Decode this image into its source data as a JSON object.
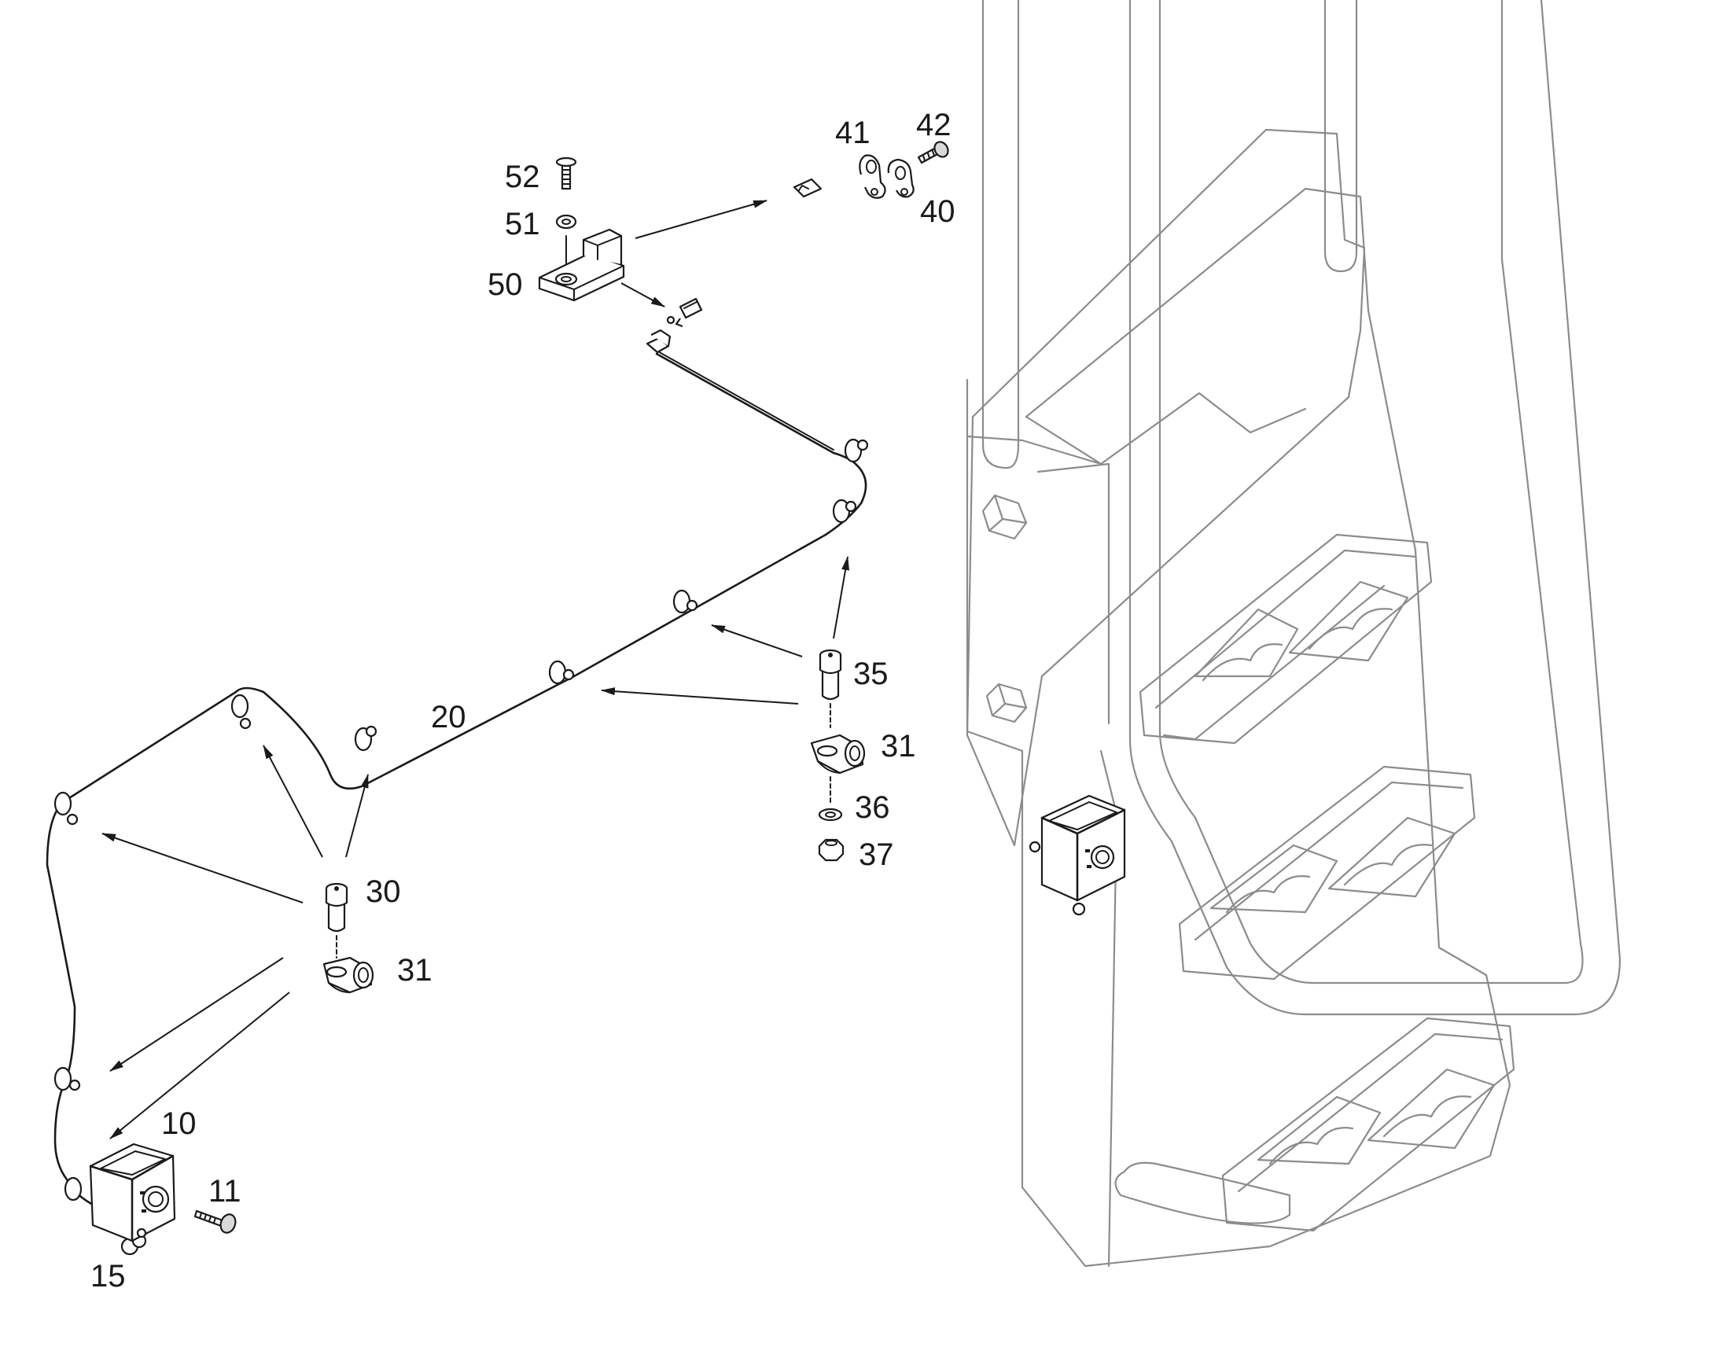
{
  "callouts": {
    "c10": "10",
    "c11": "11",
    "c15": "15",
    "c20": "20",
    "c30": "30",
    "c31a": "31",
    "c31b": "31",
    "c35": "35",
    "c36": "36",
    "c37": "37",
    "c40": "40",
    "c41": "41",
    "c42": "42",
    "c50": "50",
    "c51": "51",
    "c52": "52"
  }
}
